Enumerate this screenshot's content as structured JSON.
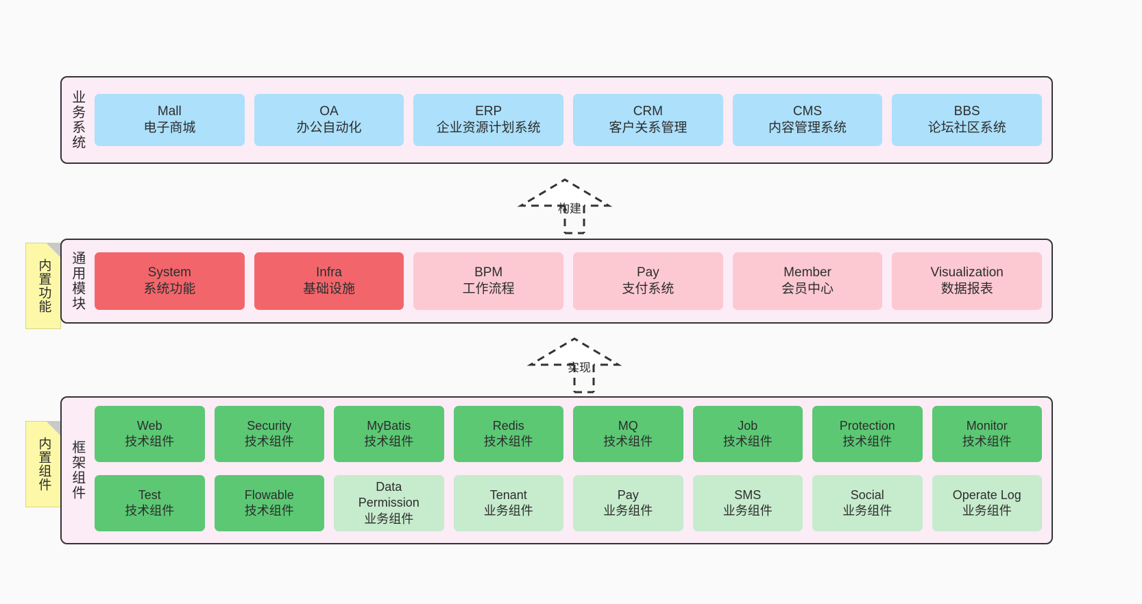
{
  "diagram": {
    "background_color": "#fafafa",
    "band_fill": "#fbecf6",
    "band_border": "#333333",
    "note_fill": "#fcf8a8"
  },
  "layers": [
    {
      "id": "business",
      "title": "业务系统",
      "note": null,
      "rows": [
        {
          "cards": [
            {
              "color": "blue",
              "name": "Mall",
              "desc": "电子商城"
            },
            {
              "color": "blue",
              "name": "OA",
              "desc": "办公自动化"
            },
            {
              "color": "blue",
              "name": "ERP",
              "desc": "企业资源计划系统"
            },
            {
              "color": "blue",
              "name": "CRM",
              "desc": "客户关系管理"
            },
            {
              "color": "blue",
              "name": "CMS",
              "desc": "内容管理系统"
            },
            {
              "color": "blue",
              "name": "BBS",
              "desc": "论坛社区系统"
            }
          ]
        }
      ]
    },
    {
      "id": "common-module",
      "title": "通用模块",
      "note": "内置功能",
      "rows": [
        {
          "cards": [
            {
              "color": "red",
              "name": "System",
              "desc": "系统功能"
            },
            {
              "color": "red",
              "name": "Infra",
              "desc": "基础设施"
            },
            {
              "color": "pink",
              "name": "BPM",
              "desc": "工作流程"
            },
            {
              "color": "pink",
              "name": "Pay",
              "desc": "支付系统"
            },
            {
              "color": "pink",
              "name": "Member",
              "desc": "会员中心"
            },
            {
              "color": "pink",
              "name": "Visualization",
              "desc": "数据报表"
            }
          ]
        }
      ]
    },
    {
      "id": "framework",
      "title": "框架组件",
      "note": "内置组件",
      "rows": [
        {
          "cards": [
            {
              "color": "green",
              "name": "Web",
              "desc": "技术组件"
            },
            {
              "color": "green",
              "name": "Security",
              "desc": "技术组件"
            },
            {
              "color": "green",
              "name": "MyBatis",
              "desc": "技术组件"
            },
            {
              "color": "green",
              "name": "Redis",
              "desc": "技术组件"
            },
            {
              "color": "green",
              "name": "MQ",
              "desc": "技术组件"
            },
            {
              "color": "green",
              "name": "Job",
              "desc": "技术组件"
            },
            {
              "color": "green",
              "name": "Protection",
              "desc": "技术组件"
            },
            {
              "color": "green",
              "name": "Monitor",
              "desc": "技术组件"
            }
          ]
        },
        {
          "cards": [
            {
              "color": "green",
              "name": "Test",
              "desc": "技术组件"
            },
            {
              "color": "green",
              "name": "Flowable",
              "desc": "技术组件"
            },
            {
              "color": "mint",
              "name": "Data",
              "name2": "Permission",
              "desc": "业务组件"
            },
            {
              "color": "mint",
              "name": "Tenant",
              "desc": "业务组件"
            },
            {
              "color": "mint",
              "name": "Pay",
              "desc": "业务组件"
            },
            {
              "color": "mint",
              "name": "SMS",
              "desc": "业务组件"
            },
            {
              "color": "mint",
              "name": "Social",
              "desc": "业务组件"
            },
            {
              "color": "mint",
              "name": "Operate Log",
              "desc": "业务组件"
            }
          ]
        }
      ]
    }
  ],
  "connectors": [
    {
      "id": "build",
      "label": "构建",
      "style": "dashed-generalization",
      "direction": "up"
    },
    {
      "id": "realize",
      "label": "实现",
      "style": "dashed-generalization",
      "direction": "up"
    }
  ]
}
